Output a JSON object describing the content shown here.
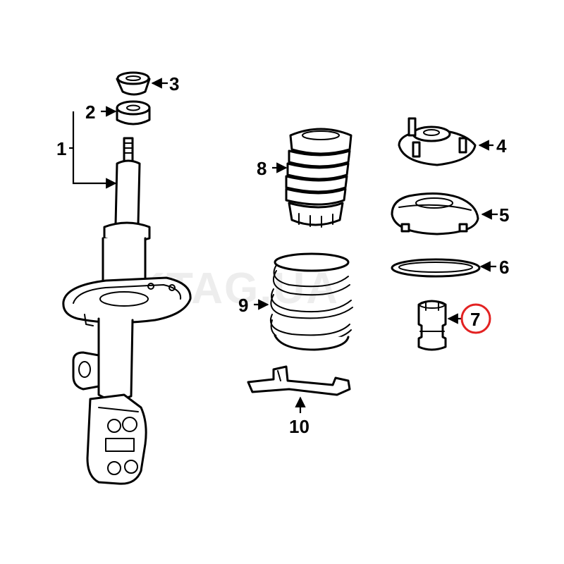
{
  "watermark": "IKTAG.UA",
  "callouts": {
    "c1": "1",
    "c2": "2",
    "c3": "3",
    "c4": "4",
    "c5": "5",
    "c6": "6",
    "c7": "7",
    "c8": "8",
    "c9": "9",
    "c10": "10"
  },
  "highlight": {
    "callout": "7",
    "color": "#e32222"
  }
}
